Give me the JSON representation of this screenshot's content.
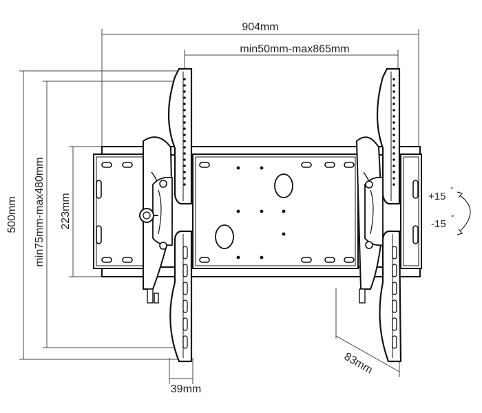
{
  "dimensions": {
    "overall_width": "904mm",
    "vesa_horizontal": "min50mm-max865mm",
    "overall_height": "500mm",
    "vesa_vertical": "min75mm-max480mm",
    "plate_height": "223mm",
    "arm_width": "39mm",
    "depth": "83mm"
  },
  "tilt": {
    "up": "+15",
    "down": "-15",
    "degree_symbol": "°"
  }
}
